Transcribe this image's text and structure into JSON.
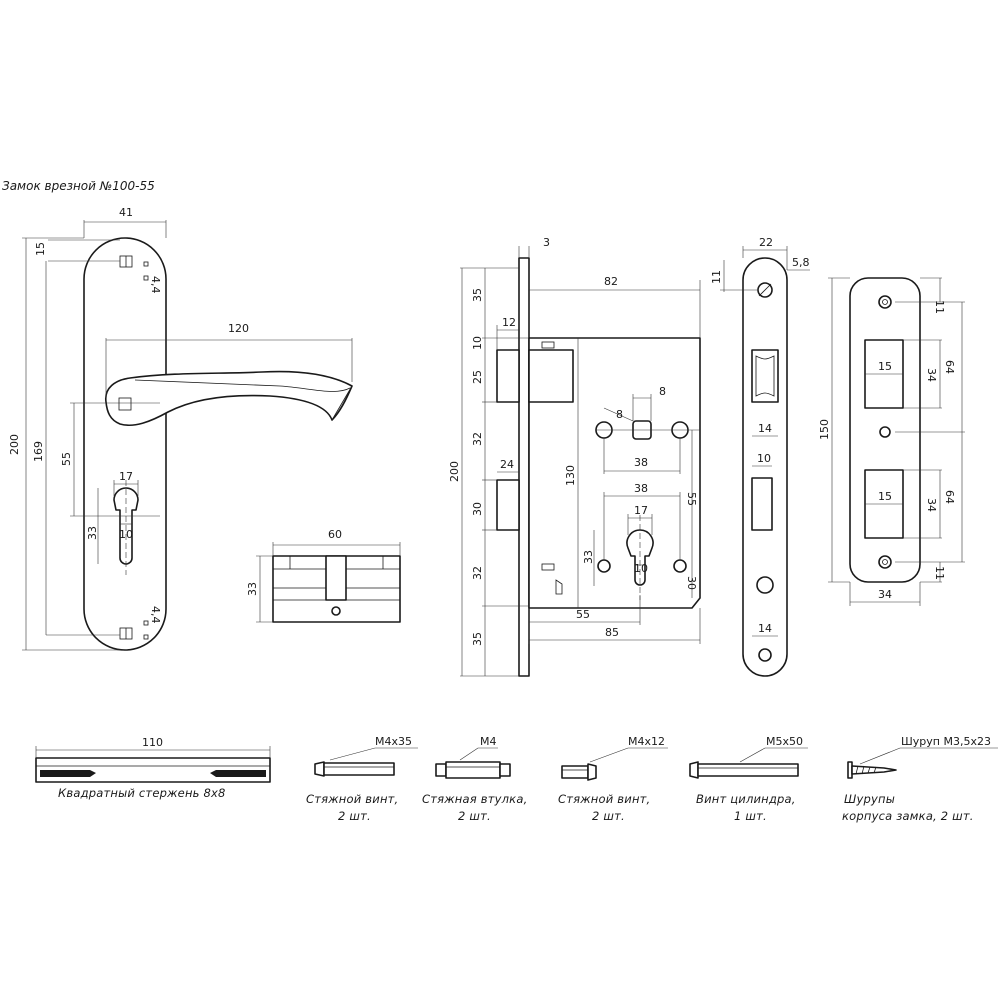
{
  "title": "Замок врезной №100-55",
  "handle_plate": {
    "dims": [
      "41",
      "15",
      "4,4",
      "120",
      "200",
      "169",
      "55",
      "17",
      "33",
      "10",
      "4,4"
    ]
  },
  "cylinder": {
    "dims": [
      "60",
      "33"
    ]
  },
  "lock_body": {
    "dims": [
      "3",
      "82",
      "35",
      "12",
      "10",
      "25",
      "32",
      "24",
      "200",
      "30",
      "32",
      "35",
      "130",
      "8",
      "8",
      "38",
      "55",
      "38",
      "17",
      "33",
      "10",
      "30",
      "55",
      "85"
    ]
  },
  "faceplate": {
    "dims": [
      "22",
      "5,8",
      "11",
      "14",
      "10",
      "14"
    ]
  },
  "strike_plate": {
    "dims": [
      "11",
      "15",
      "34",
      "64",
      "150",
      "15",
      "34",
      "64",
      "11",
      "34"
    ]
  },
  "accessories": {
    "spindle": {
      "dim": "110",
      "caption": "Квадратный стержень 8х8"
    },
    "screw1": {
      "spec": "М4х35",
      "caption1": "Стяжной винт,",
      "caption2": "2 шт."
    },
    "bushing": {
      "spec": "М4",
      "caption1": "Стяжная втулка,",
      "caption2": "2 шт."
    },
    "screw2": {
      "spec": "М4х12",
      "caption1": "Стяжной винт,",
      "caption2": "2 шт."
    },
    "cyl_screw": {
      "spec": "М5х50",
      "caption1": "Винт цилиндра,",
      "caption2": "1 шт."
    },
    "wood_screws": {
      "spec": "Шуруп М3,5х23",
      "caption1": "Шурупы",
      "caption2": "корпуса замка, 2 шт."
    }
  }
}
